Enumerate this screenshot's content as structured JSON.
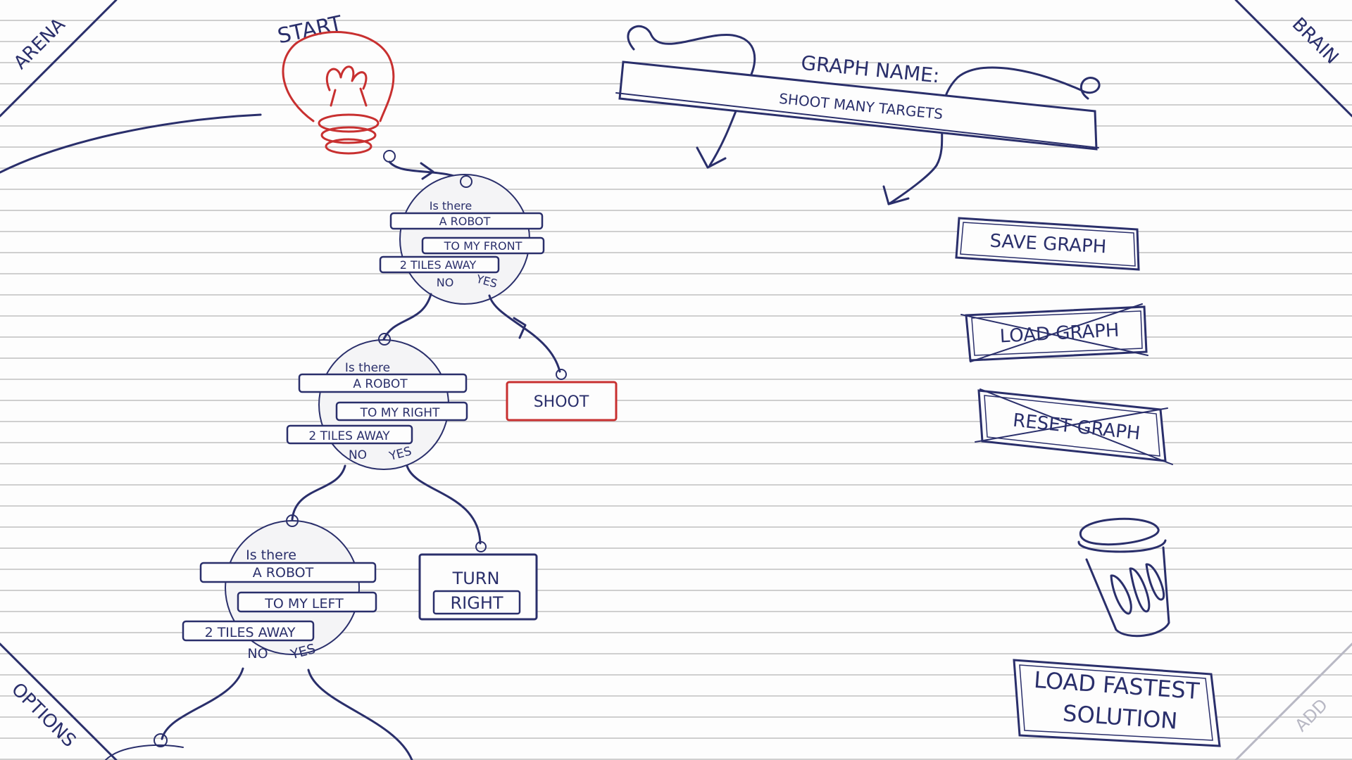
{
  "corners": {
    "arena": "ARENA",
    "brain": "BRAIN",
    "options": "OPTIONS",
    "add": "ADD"
  },
  "start_label": "START",
  "graph_name": {
    "heading": "GRAPH NAME:",
    "value": "SHOOT MANY TARGETS"
  },
  "buttons": {
    "save": "SAVE GRAPH",
    "load": "LOAD GRAPH",
    "reset": "RESET GRAPH",
    "load_fastest_line1": "LOAD FASTEST",
    "load_fastest_line2": "SOLUTION"
  },
  "nodes": {
    "question1": {
      "l1": "Is there",
      "l2": "A ROBOT",
      "l3": "TO MY FRONT",
      "l4": "2 TILES AWAY",
      "no": "NO",
      "yes": "YES"
    },
    "question2": {
      "l1": "Is there",
      "l2": "A ROBOT",
      "l3": "TO MY RIGHT",
      "l4": "2 TILES AWAY",
      "no": "NO",
      "yes": "YES"
    },
    "question3": {
      "l1": "Is there",
      "l2": "A ROBOT",
      "l3": "TO MY LEFT",
      "l4": "2 TILES AWAY",
      "no": "NO",
      "yes": "YES"
    },
    "shoot": "SHOOT",
    "turn_right_l1": "TURN",
    "turn_right_l2": "RIGHT"
  },
  "colors": {
    "ink": "#2a2f6b",
    "red": "#c83030",
    "ruled_line": "#cfcfcf",
    "disabled": "#b8b8c4"
  },
  "icons": {
    "start": "lightbulb-icon",
    "trash": "trash-can-icon"
  }
}
